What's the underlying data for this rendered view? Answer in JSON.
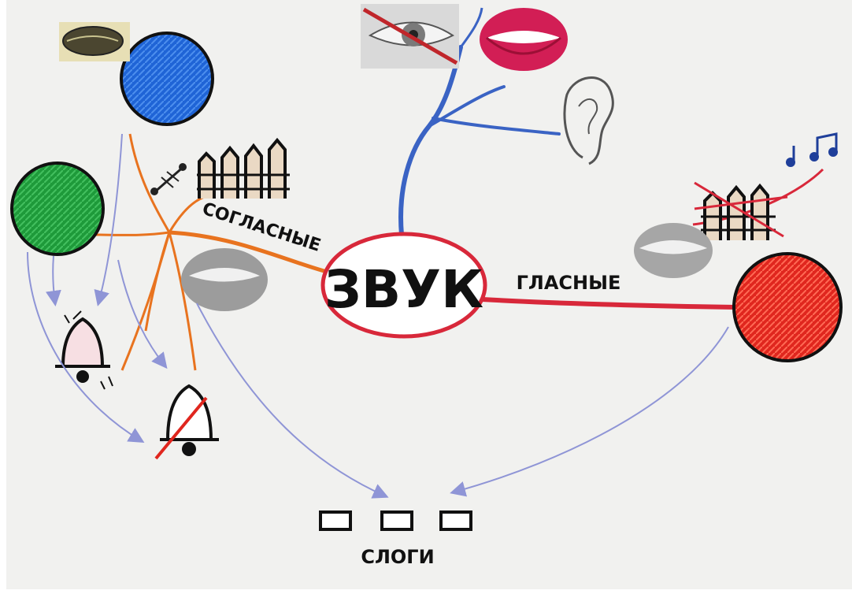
{
  "center": {
    "text": "ЗВУК"
  },
  "branches": {
    "consonants": {
      "text": "СОГЛАСНЫЕ"
    },
    "vowels": {
      "text": "ГЛАСНЫЕ"
    }
  },
  "syllables": {
    "text": "СЛОГИ"
  },
  "colors": {
    "background": "#f1f1ef",
    "consonant_branch": "#e8731f",
    "vowel_branch": "#d8283a",
    "senses_branch": "#3a63c4",
    "hard_consonant": "#1f64d6",
    "soft_consonant": "#1e9a3a",
    "vowel": "#e0261e",
    "arrow": "#8f95d6"
  },
  "icons": [
    "eye-icon",
    "lips-icon",
    "ear-icon",
    "music-notes-icon",
    "fence-icon",
    "mouth-icon",
    "bell-icon",
    "crossed-bell-icon",
    "syllable-box-icon"
  ]
}
